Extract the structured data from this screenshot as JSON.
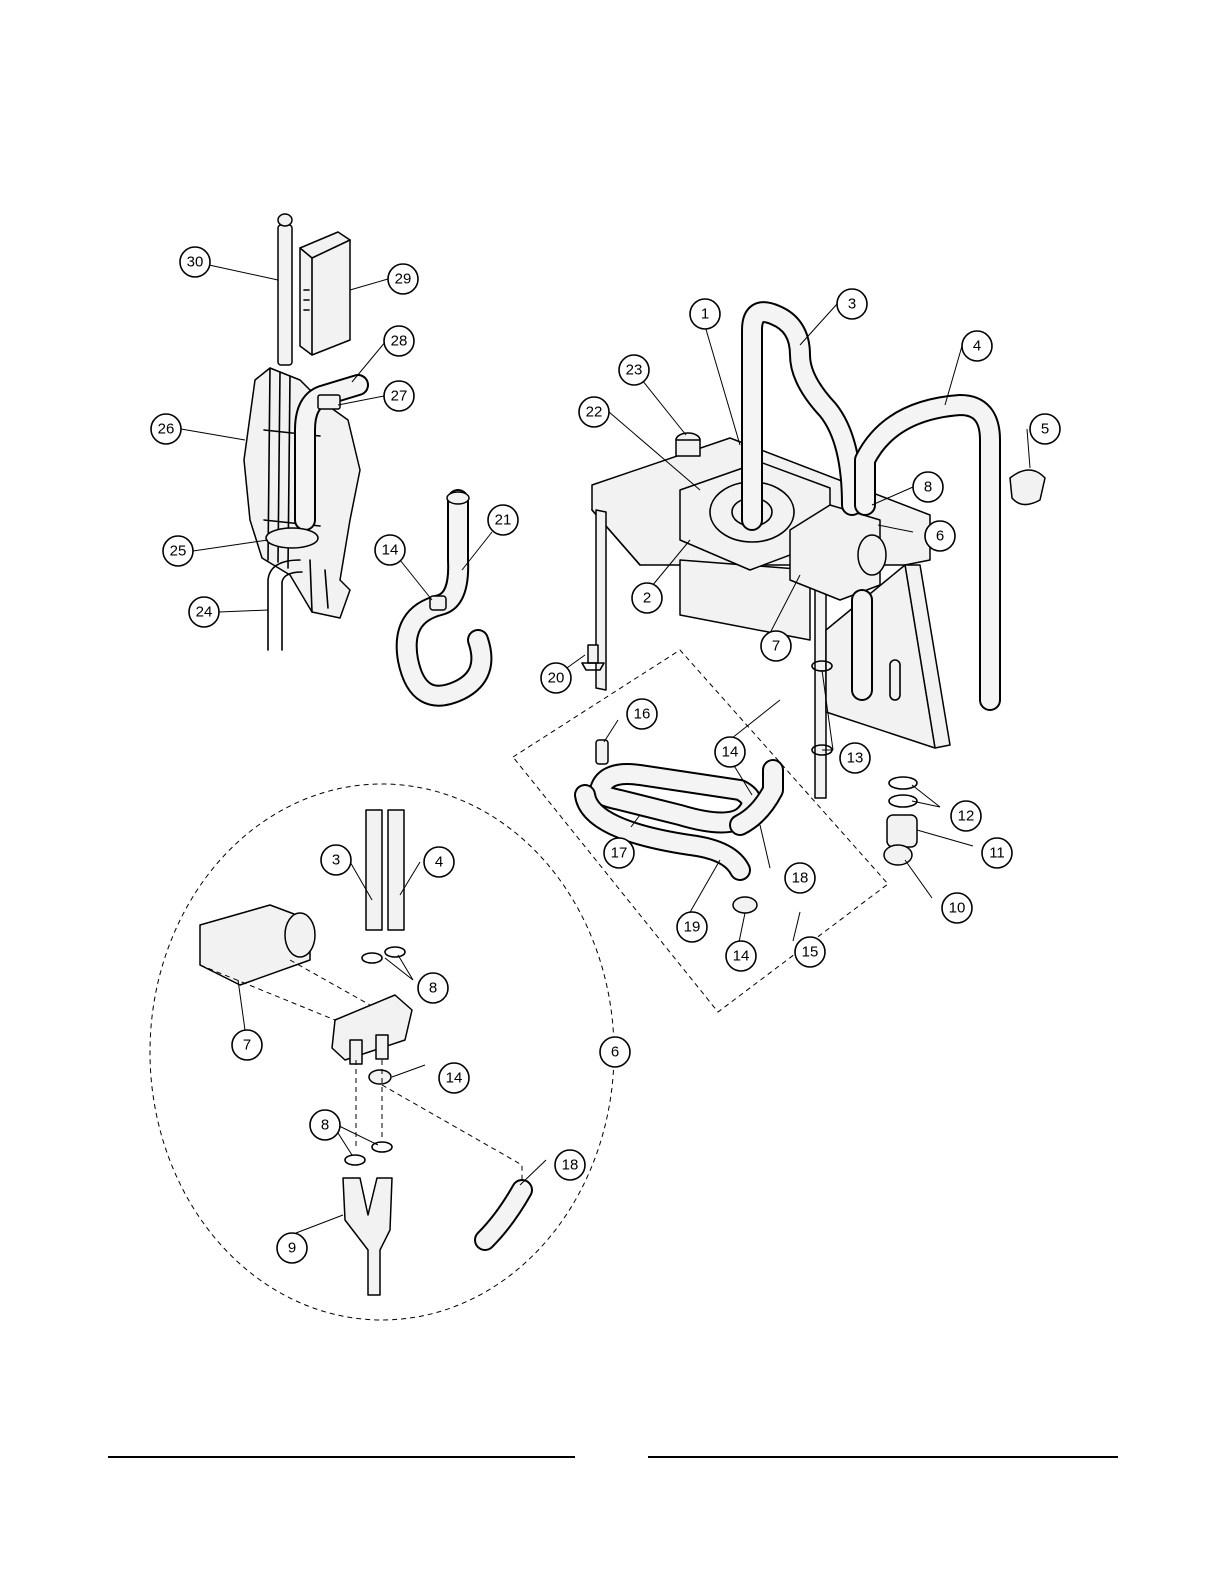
{
  "callouts": {
    "c1": "1",
    "c2": "2",
    "c3": "3",
    "c4": "4",
    "c5": "5",
    "c6": "6",
    "c7": "7",
    "c8": "8",
    "c9": "9",
    "c10": "10",
    "c11": "11",
    "c12": "12",
    "c13": "13",
    "c14": "14",
    "c15": "15",
    "c16": "16",
    "c17": "17",
    "c18": "18",
    "c19": "19",
    "c20": "20",
    "c21": "21",
    "c22": "22",
    "c23": "23",
    "c24": "24",
    "c25": "25",
    "c26": "26",
    "c27": "27",
    "c28": "28",
    "c29": "29",
    "c30": "30"
  },
  "colors": {
    "line": "#000000",
    "background": "#ffffff",
    "shade": "#f2f2f2"
  }
}
